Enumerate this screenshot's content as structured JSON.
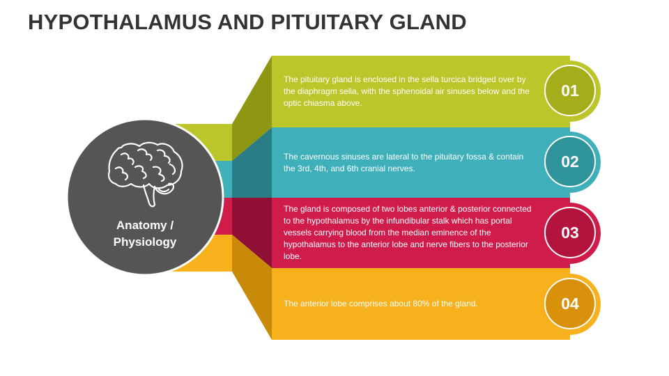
{
  "title": "HYPOTHALAMUS AND PITUITARY GLAND",
  "hub": {
    "line1": "Anatomy /",
    "line2": "Physiology",
    "icon": "brain-icon",
    "color": "#555555"
  },
  "items": [
    {
      "number": "01",
      "text": "The pituitary gland is enclosed in the sella turcica bridged over by the diaphragm sella, with the sphenoidal air sinuses below and the optic chiasma above.",
      "color": "#bcc52a",
      "dark": "#8f9612",
      "circle": "#a5ad1a"
    },
    {
      "number": "02",
      "text": "The cavernous sinuses are lateral to the pituitary fossa & contain the 3rd, 4th, and 6th cranial nerves.",
      "color": "#3fb0b9",
      "dark": "#2a7c85",
      "circle": "#2f939c"
    },
    {
      "number": "03",
      "text": "The gland is composed of two lobes anterior & posterior connected to the hypothalamus by the infundibular stalk which has portal vessels carrying blood from the median eminence of the hypothalamus to the anterior lobe and nerve fibers to the posterior lobe.",
      "color": "#d01c4b",
      "dark": "#8f1034",
      "circle": "#b3143e"
    },
    {
      "number": "04",
      "text": "The anterior lobe comprises about 80% of the gland.",
      "color": "#f6b11c",
      "dark": "#c98a0a",
      "circle": "#d9900b"
    }
  ]
}
